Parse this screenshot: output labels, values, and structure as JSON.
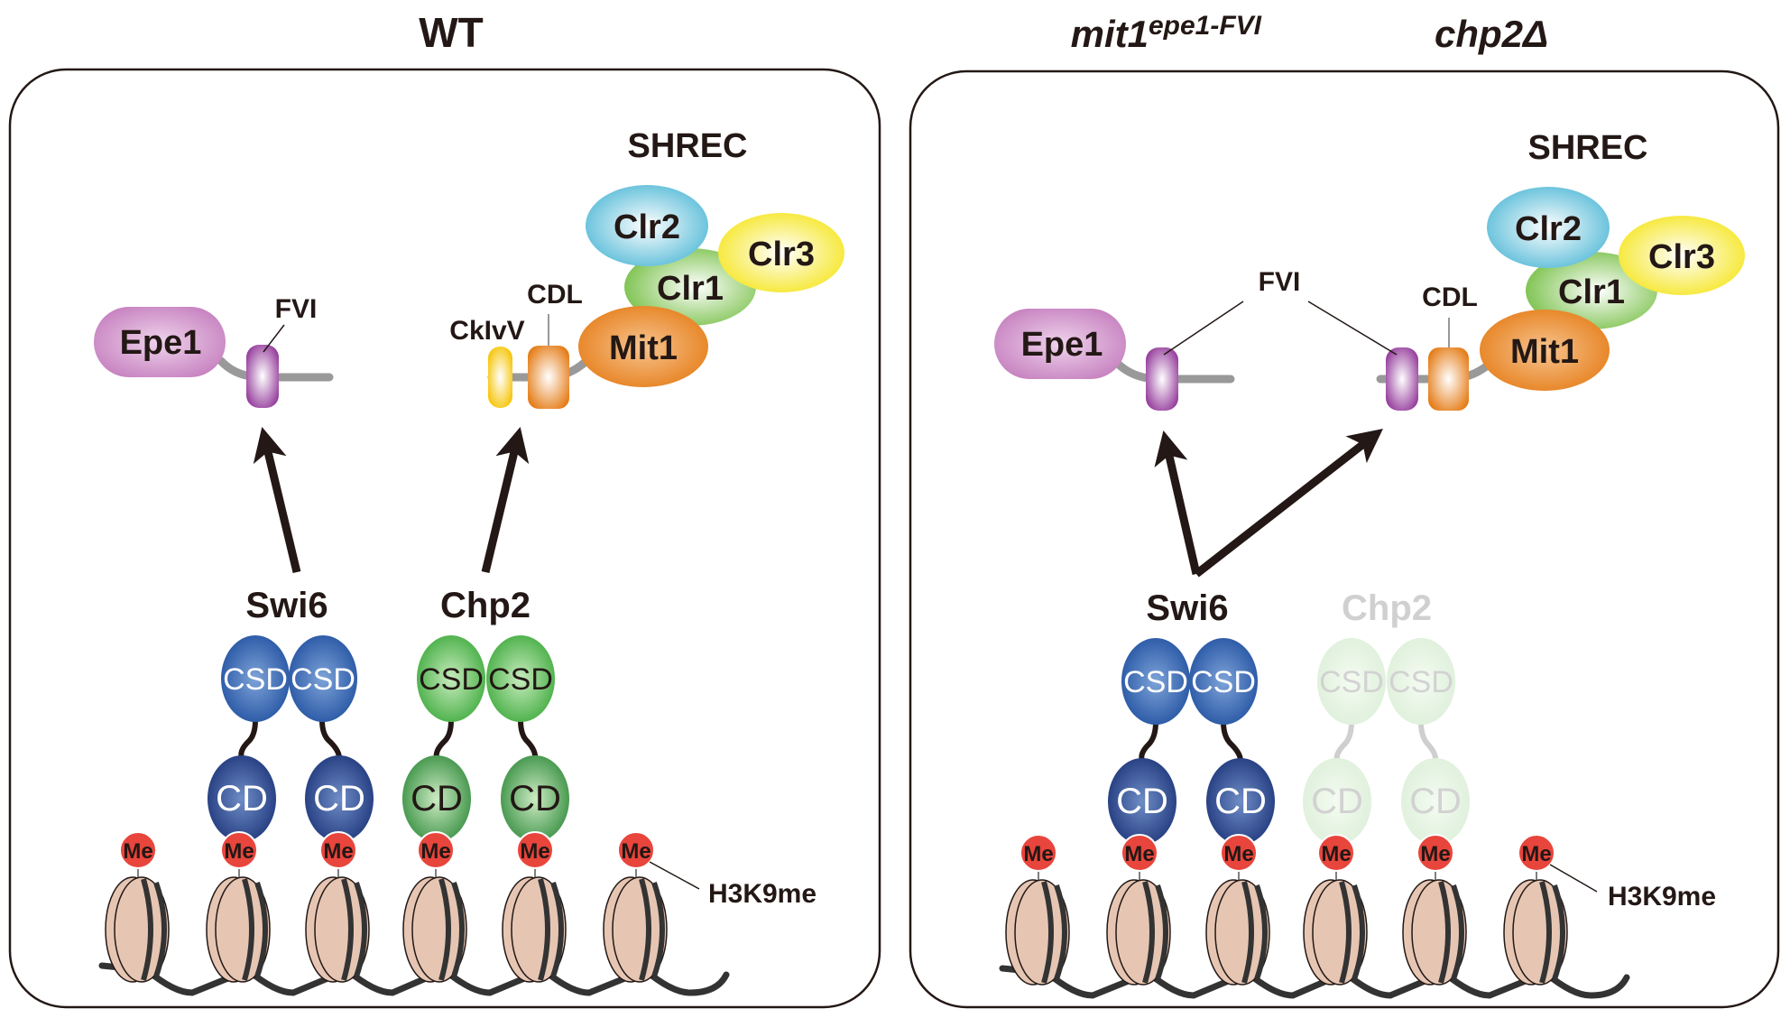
{
  "figure": {
    "panels": [
      {
        "id": "wt",
        "title": "WT",
        "complex_label": "SHREC",
        "shrec_subunits": [
          "Clr2",
          "Clr3",
          "Clr1",
          "Mit1"
        ],
        "mit1_domains": [
          "CkIvV",
          "CDL"
        ],
        "epe1_label": "Epe1",
        "epe1_motif_label": "FVI",
        "hp1_proteins": [
          {
            "name": "Swi6",
            "state": "present"
          },
          {
            "name": "Chp2",
            "state": "present"
          }
        ],
        "domain_labels": {
          "csd": "CSD",
          "cd": "CD"
        },
        "methyl_label": "Me",
        "methyl_mark_label": "H3K9me",
        "methyl_mark_count": 6,
        "arrows": [
          "Swi6 → Epe1 FVI",
          "Chp2 → Mit1 CkIvV"
        ]
      },
      {
        "id": "mutant",
        "title_parts": {
          "gene": "mit1",
          "allele_superscript": "epe1-FVI",
          "deletion": "chp2Δ"
        },
        "complex_label": "SHREC",
        "shrec_subunits": [
          "Clr2",
          "Clr3",
          "Clr1",
          "Mit1"
        ],
        "mit1_domains": [
          "FVI",
          "CDL"
        ],
        "epe1_label": "Epe1",
        "epe1_motif_label": "FVI",
        "shared_motif_label": "FVI",
        "hp1_proteins": [
          {
            "name": "Swi6",
            "state": "present"
          },
          {
            "name": "Chp2",
            "state": "deleted (faded)"
          }
        ],
        "domain_labels": {
          "csd": "CSD",
          "cd": "CD"
        },
        "methyl_label": "Me",
        "methyl_mark_label": "H3K9me",
        "methyl_mark_count": 6,
        "arrows": [
          "Swi6 → Epe1 FVI",
          "Swi6 → Mit1 FVI"
        ]
      }
    ],
    "colors": {
      "epe1": "#c47bbd",
      "fvi": "#9b3d9e",
      "cklvv": "#f5c400",
      "cdl": "#e8821f",
      "mit1": "#e8821f",
      "clr1": "#7ec449",
      "clr2": "#55bcd8",
      "clr3": "#f5e61a",
      "swi6": "#1e4b9c",
      "chp2": "#3aa839",
      "methyl": "#e8453c",
      "nucleosome": "#e6c6b3"
    }
  }
}
